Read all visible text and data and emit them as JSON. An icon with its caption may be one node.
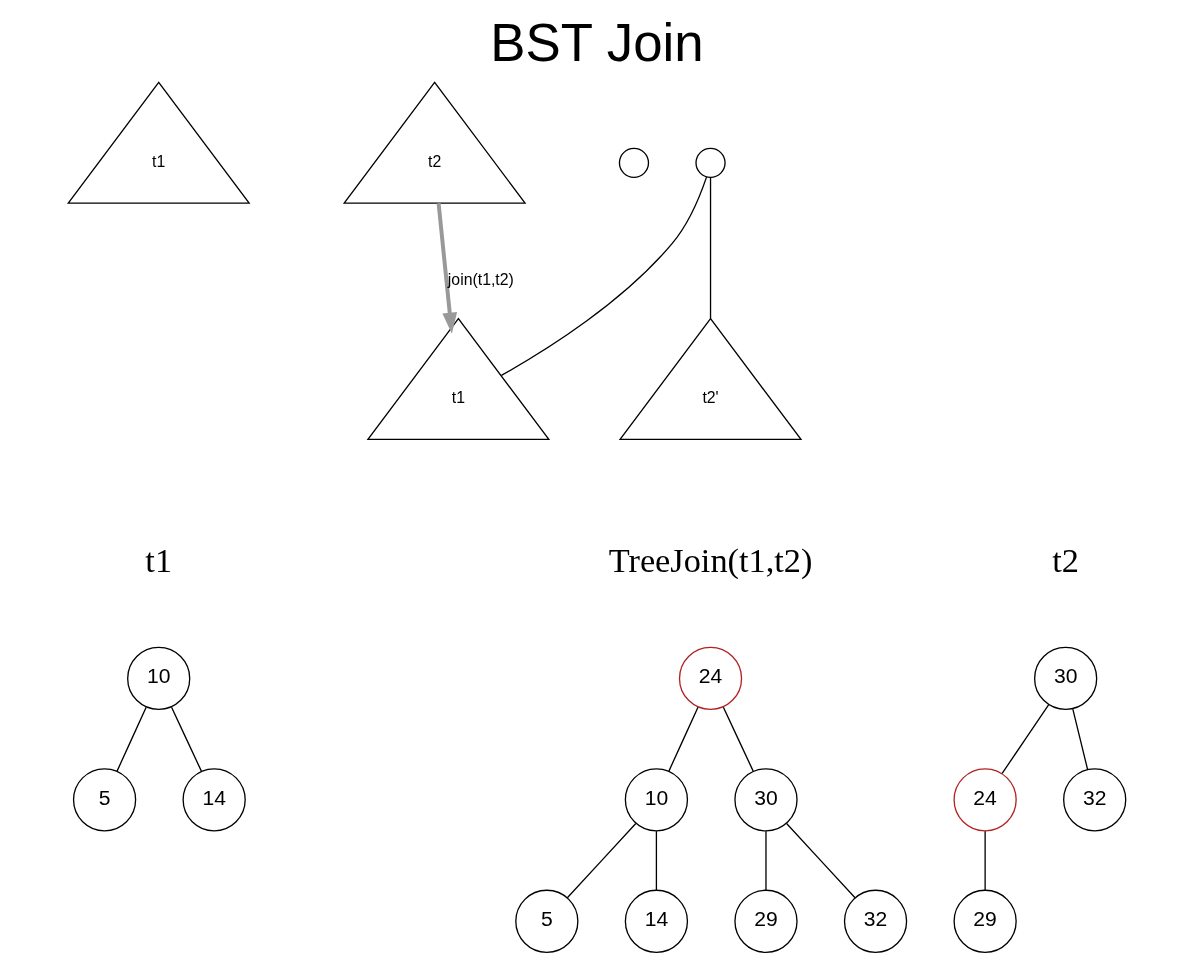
{
  "diagram": {
    "title": "BST Join",
    "nodes": [
      {
        "text": [
          "t1"
        ]
      },
      {
        "text": [
          "t2"
        ]
      },
      {
        "text": [],
        "shape": "circle"
      },
      {
        "text": [],
        "shape": "circle"
      },
      {
        "text": [
          "t1"
        ]
      },
      {
        "text": [
          "t2'"
        ]
      },
      {
        "text": [
          "10"
        ]
      },
      {
        "text": [
          "5"
        ]
      },
      {
        "text": [
          "14"
        ]
      },
      {
        "text": [
          "30"
        ]
      },
      {
        "text": [
          "24"
        ]
      },
      {
        "text": [
          "32"
        ]
      },
      {
        "text": [
          "29"
        ]
      },
      {
        "text": [
          "24"
        ]
      },
      {
        "text": [
          "10"
        ]
      },
      {
        "text": [
          "30"
        ]
      },
      {
        "text": [
          "5"
        ]
      },
      {
        "text": [
          "14"
        ]
      },
      {
        "text": [
          "29"
        ]
      },
      {
        "text": [
          "32"
        ]
      }
    ],
    "edges": [
      {
        "from": 1,
        "to": 4,
        "arrow": "to",
        "label": "join(t1,t2)",
        "color": "#999999",
        "style": "thick"
      },
      {
        "from": 3,
        "to": 4,
        "arrow": "none"
      },
      {
        "from": 3,
        "to": 5,
        "arrow": "none"
      },
      {
        "from": 6,
        "to": 7,
        "arrow": "none"
      },
      {
        "from": 6,
        "to": 8,
        "arrow": "none"
      },
      {
        "from": 9,
        "to": 10,
        "arrow": "none"
      },
      {
        "from": 9,
        "to": 11,
        "arrow": "none"
      },
      {
        "from": 10,
        "to": 12,
        "arrow": "none"
      },
      {
        "from": 13,
        "to": 14,
        "arrow": "none"
      },
      {
        "from": 13,
        "to": 15,
        "arrow": "none"
      },
      {
        "from": 14,
        "to": 16,
        "arrow": "none"
      },
      {
        "from": 14,
        "to": 17,
        "arrow": "none"
      },
      {
        "from": 15,
        "to": 18,
        "arrow": "none"
      },
      {
        "from": 15,
        "to": 19,
        "arrow": "none"
      }
    ],
    "labels": [
      "t1",
      "t2",
      "TreeJoin(t1,t2)"
    ]
  }
}
